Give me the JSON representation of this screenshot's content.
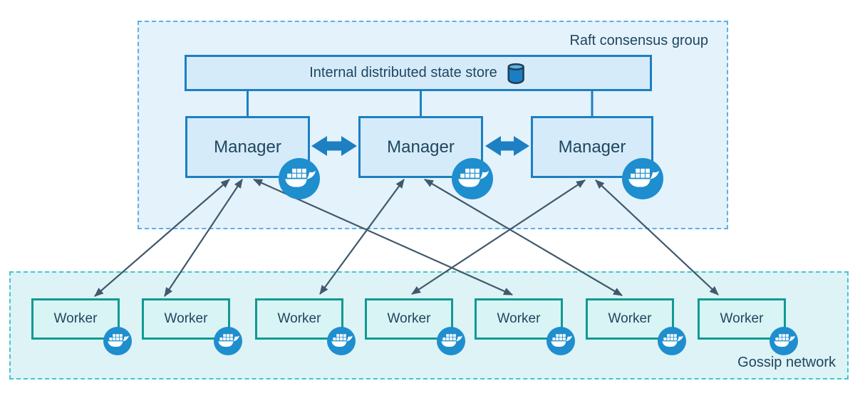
{
  "raft": {
    "label": "Raft consensus group",
    "state_store": {
      "label": "Internal distributed state store",
      "icon": "database-cylinder-icon"
    },
    "managers": [
      {
        "label": "Manager",
        "icon": "docker-whale-icon"
      },
      {
        "label": "Manager",
        "icon": "docker-whale-icon"
      },
      {
        "label": "Manager",
        "icon": "docker-whale-icon"
      }
    ],
    "peer_links": [
      {
        "from": "manager-1",
        "to": "manager-2",
        "style": "thick-double-arrow"
      },
      {
        "from": "manager-2",
        "to": "manager-3",
        "style": "thick-double-arrow"
      }
    ],
    "store_links": [
      "manager-1",
      "manager-2",
      "manager-3"
    ]
  },
  "gossip": {
    "label": "Gossip network",
    "workers": [
      {
        "label": "Worker",
        "icon": "docker-whale-icon"
      },
      {
        "label": "Worker",
        "icon": "docker-whale-icon"
      },
      {
        "label": "Worker",
        "icon": "docker-whale-icon"
      },
      {
        "label": "Worker",
        "icon": "docker-whale-icon"
      },
      {
        "label": "Worker",
        "icon": "docker-whale-icon"
      },
      {
        "label": "Worker",
        "icon": "docker-whale-icon"
      },
      {
        "label": "Worker",
        "icon": "docker-whale-icon"
      }
    ]
  },
  "links": {
    "style": "double-headed-arrow",
    "manager_worker": [
      {
        "manager": 1,
        "worker": 1
      },
      {
        "manager": 1,
        "worker": 2
      },
      {
        "manager": 1,
        "worker": 5
      },
      {
        "manager": 2,
        "worker": 3
      },
      {
        "manager": 2,
        "worker": 6
      },
      {
        "manager": 3,
        "worker": 4
      },
      {
        "manager": 3,
        "worker": 7
      }
    ]
  },
  "colors": {
    "raft_fill": "#e4f2fc",
    "raft_border": "#5fb0e0",
    "node_blue_fill": "#d6ebf9",
    "node_blue_border": "#1c80c2",
    "worker_fill": "#d9f4f4",
    "worker_border": "#109a93",
    "gossip_fill": "#ddf3f6",
    "gossip_border": "#43c6cd",
    "docker_blue": "#1e8ece",
    "link_color": "#40596b",
    "text_color": "#1e465f"
  }
}
